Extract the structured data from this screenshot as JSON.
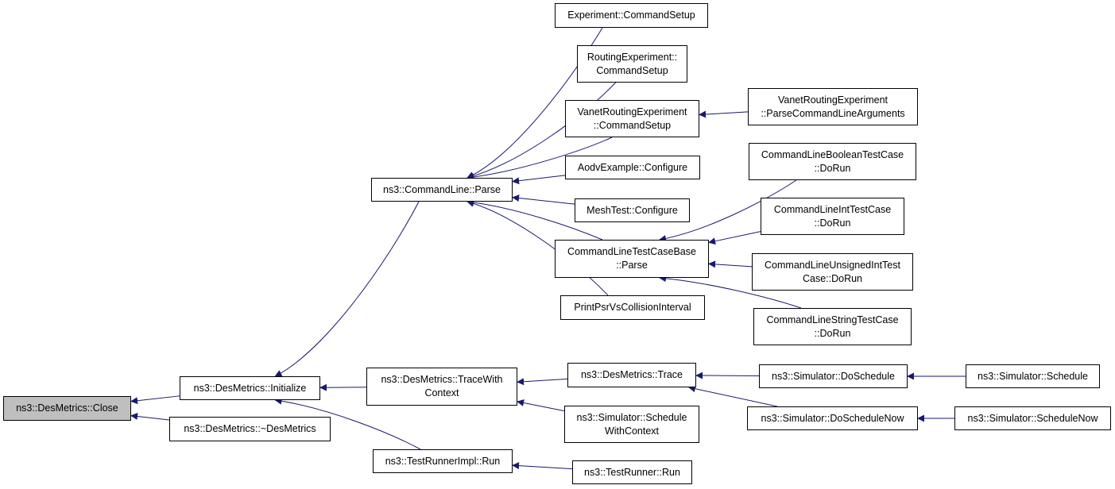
{
  "colors": {
    "edge": "#191970",
    "root_fill": "#bfbfbf",
    "node_fill": "#ffffff",
    "border": "#000000"
  },
  "nodes": {
    "close": {
      "lines": [
        "ns3::DesMetrics::Close"
      ]
    },
    "initialize": {
      "lines": [
        "ns3::DesMetrics::Initialize"
      ]
    },
    "destructor": {
      "lines": [
        "ns3::DesMetrics::~DesMetrics"
      ]
    },
    "cmdline_parse": {
      "lines": [
        "ns3::CommandLine::Parse"
      ]
    },
    "trace_with_context": {
      "lines": [
        "ns3::DesMetrics::TraceWith",
        "Context"
      ]
    },
    "testrunnerimpl_run": {
      "lines": [
        "ns3::TestRunnerImpl::Run"
      ]
    },
    "experiment_cmd": {
      "lines": [
        "Experiment::CommandSetup"
      ]
    },
    "routing_cmd": {
      "lines": [
        "RoutingExperiment::",
        "CommandSetup"
      ]
    },
    "vanet_cmd": {
      "lines": [
        "VanetRoutingExperiment",
        "::CommandSetup"
      ]
    },
    "aodv_configure": {
      "lines": [
        "AodvExample::Configure"
      ]
    },
    "mesh_configure": {
      "lines": [
        "MeshTest::Configure"
      ]
    },
    "cltcb_parse": {
      "lines": [
        "CommandLineTestCaseBase",
        "::Parse"
      ]
    },
    "print_psr": {
      "lines": [
        "PrintPsrVsCollisionInterval"
      ]
    },
    "desmetrics_trace": {
      "lines": [
        "ns3::DesMetrics::Trace"
      ]
    },
    "sim_schedule_context": {
      "lines": [
        "ns3::Simulator::Schedule",
        "WithContext"
      ]
    },
    "testrunner_run": {
      "lines": [
        "ns3::TestRunner::Run"
      ]
    },
    "vanet_parse_args": {
      "lines": [
        "VanetRoutingExperiment",
        "::ParseCommandLineArguments"
      ]
    },
    "bool_test_dorun": {
      "lines": [
        "CommandLineBooleanTestCase",
        "::DoRun"
      ]
    },
    "int_test_dorun": {
      "lines": [
        "CommandLineIntTestCase",
        "::DoRun"
      ]
    },
    "uint_test_dorun": {
      "lines": [
        "CommandLineUnsignedIntTest",
        "Case::DoRun"
      ]
    },
    "string_test_dorun": {
      "lines": [
        "CommandLineStringTestCase",
        "::DoRun"
      ]
    },
    "sim_do_schedule": {
      "lines": [
        "ns3::Simulator::DoSchedule"
      ]
    },
    "sim_do_schedule_now": {
      "lines": [
        "ns3::Simulator::DoScheduleNow"
      ]
    },
    "sim_schedule": {
      "lines": [
        "ns3::Simulator::Schedule"
      ]
    },
    "sim_schedule_now": {
      "lines": [
        "ns3::Simulator::ScheduleNow"
      ]
    }
  },
  "edges": [
    [
      "initialize",
      "close"
    ],
    [
      "destructor",
      "close"
    ],
    [
      "cmdline_parse",
      "initialize"
    ],
    [
      "trace_with_context",
      "initialize"
    ],
    [
      "testrunnerimpl_run",
      "initialize"
    ],
    [
      "experiment_cmd",
      "cmdline_parse"
    ],
    [
      "routing_cmd",
      "cmdline_parse"
    ],
    [
      "vanet_cmd",
      "cmdline_parse"
    ],
    [
      "aodv_configure",
      "cmdline_parse"
    ],
    [
      "mesh_configure",
      "cmdline_parse"
    ],
    [
      "cltcb_parse",
      "cmdline_parse"
    ],
    [
      "print_psr",
      "cmdline_parse"
    ],
    [
      "vanet_parse_args",
      "vanet_cmd"
    ],
    [
      "bool_test_dorun",
      "cltcb_parse"
    ],
    [
      "int_test_dorun",
      "cltcb_parse"
    ],
    [
      "uint_test_dorun",
      "cltcb_parse"
    ],
    [
      "string_test_dorun",
      "cltcb_parse"
    ],
    [
      "desmetrics_trace",
      "trace_with_context"
    ],
    [
      "sim_schedule_context",
      "trace_with_context"
    ],
    [
      "sim_do_schedule",
      "desmetrics_trace"
    ],
    [
      "sim_do_schedule_now",
      "desmetrics_trace"
    ],
    [
      "sim_schedule",
      "sim_do_schedule"
    ],
    [
      "sim_schedule_now",
      "sim_do_schedule_now"
    ],
    [
      "testrunner_run",
      "testrunnerimpl_run"
    ]
  ]
}
